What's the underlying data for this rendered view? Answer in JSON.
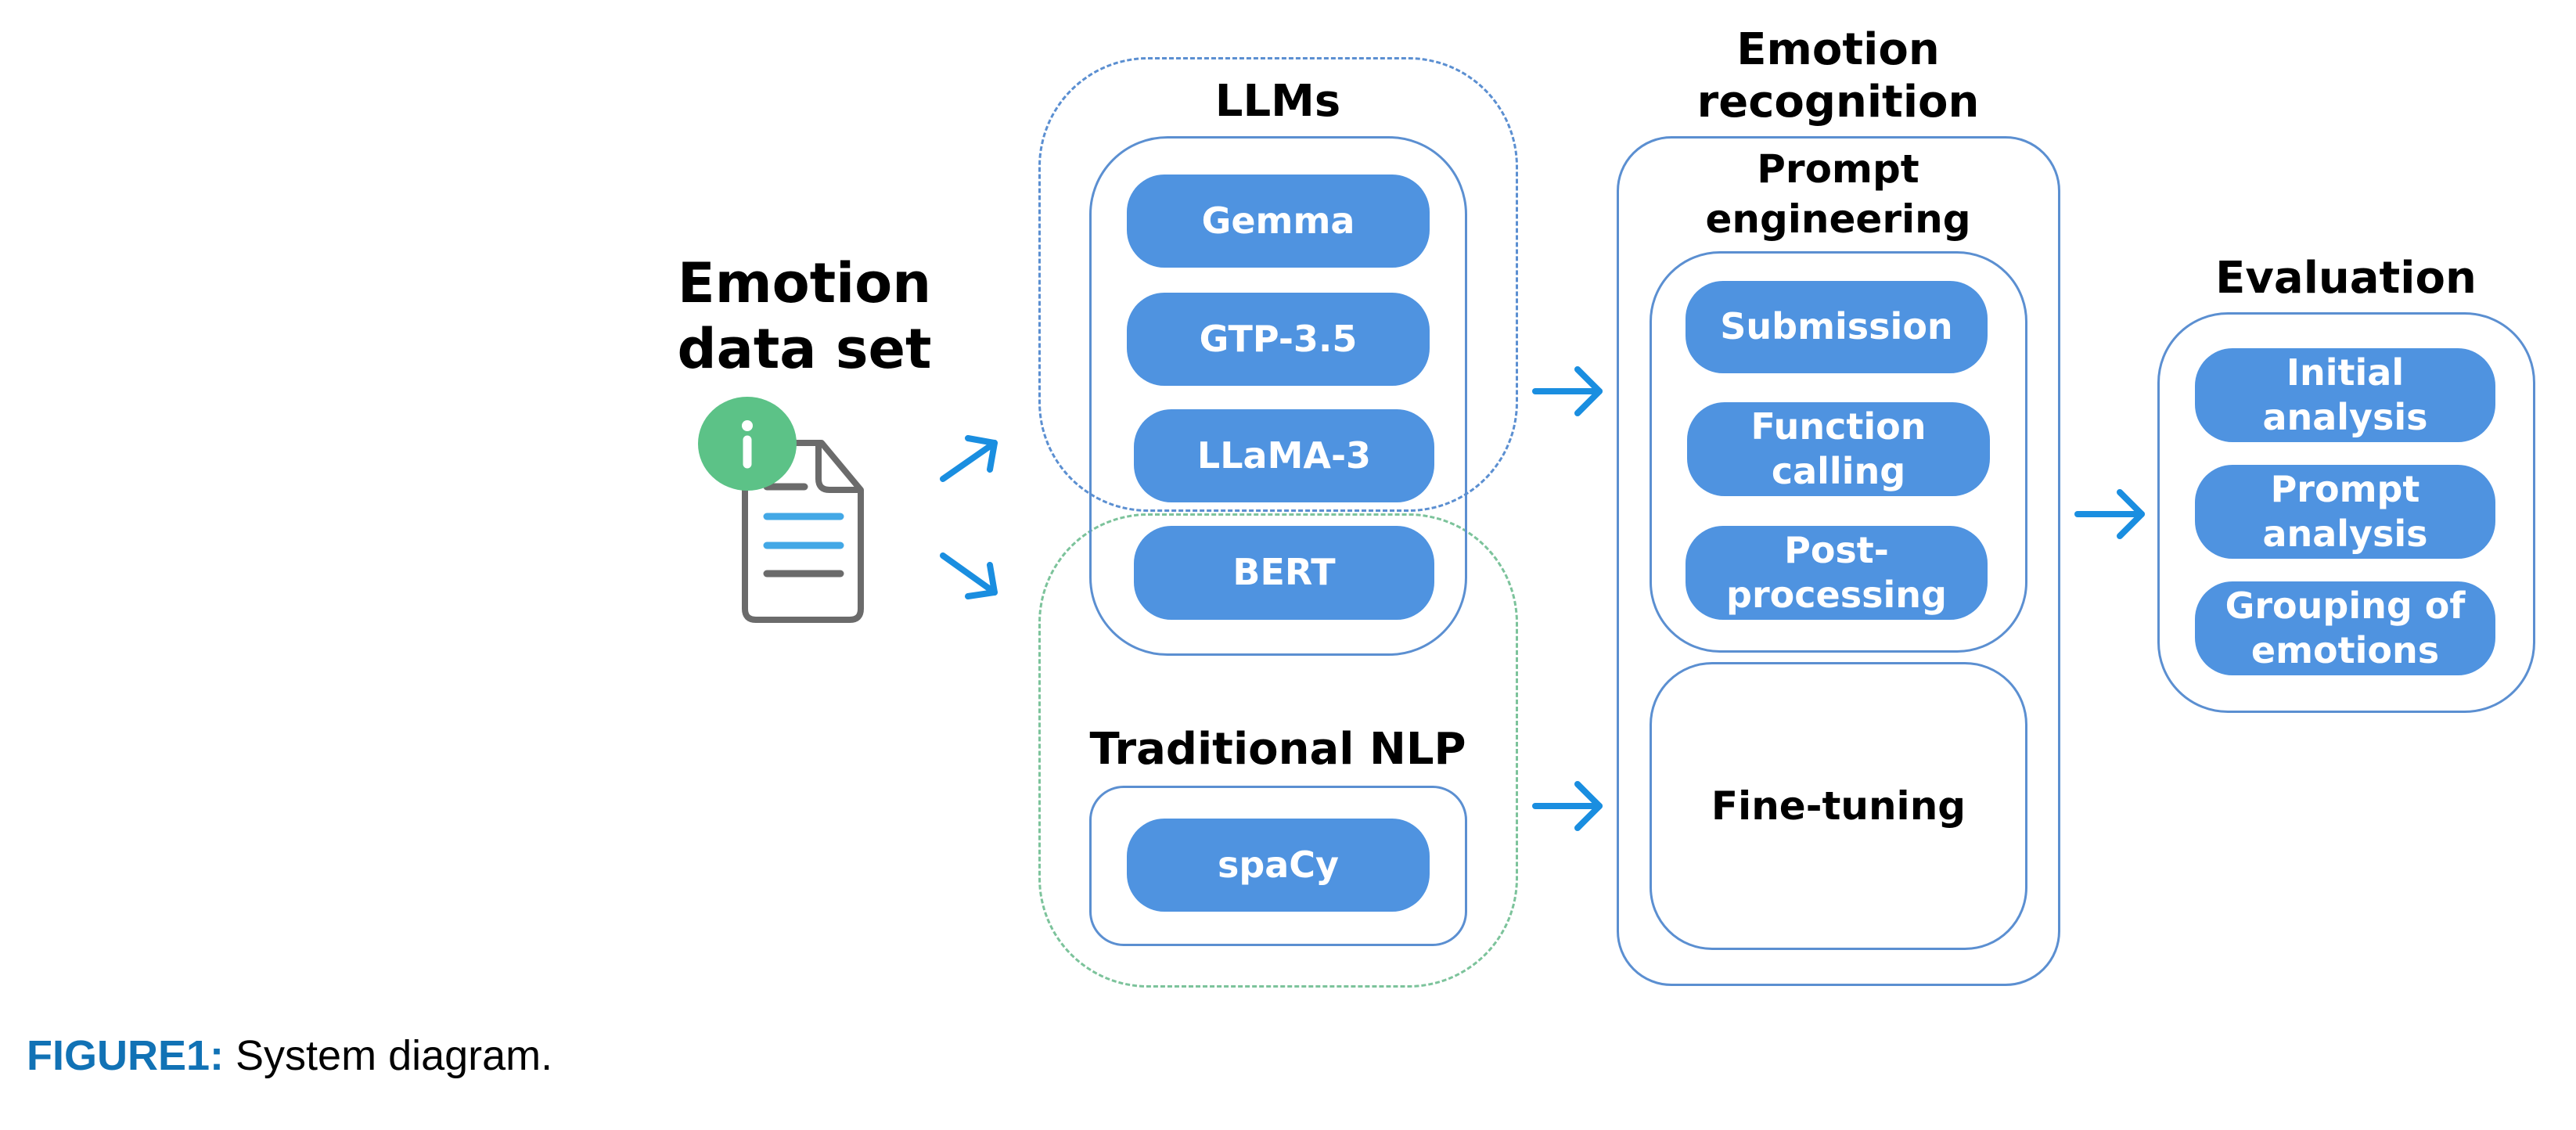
{
  "input": {
    "title_line1": "Emotion",
    "title_line2": "data set",
    "badge_glyph": "i",
    "icon": "document-info-icon"
  },
  "llms": {
    "title": "LLMs",
    "models": [
      "Gemma",
      "GTP-3.5",
      "LLaMA-3",
      "BERT"
    ]
  },
  "traditional_nlp": {
    "title": "Traditional NLP",
    "models": [
      "spaCy"
    ]
  },
  "emotion_recognition": {
    "title_line1": "Emotion",
    "title_line2": "recognition",
    "prompt_engineering": {
      "title_line1": "Prompt",
      "title_line2": "engineering",
      "steps": [
        {
          "line1": "Submission",
          "line2": ""
        },
        {
          "line1": "Function",
          "line2": "calling"
        },
        {
          "line1": "Post-",
          "line2": "processing"
        }
      ]
    },
    "fine_tuning": "Fine-tuning"
  },
  "evaluation": {
    "title": "Evaluation",
    "steps": [
      {
        "line1": "Initial",
        "line2": "analysis"
      },
      {
        "line1": "Prompt",
        "line2": "analysis"
      },
      {
        "line1": "Grouping of",
        "line2": "emotions"
      }
    ]
  },
  "caption": {
    "label": "FIGURE1:",
    "text": " System diagram."
  },
  "colors": {
    "pill_fill": "#4f93e0",
    "frame_stroke": "#5b8fd1",
    "llm_dash": "#5b8fd1",
    "nlp_dash": "#7cc39b",
    "arrow": "#1a8ee0",
    "badge": "#5cc287",
    "caption_label": "#1172b5"
  }
}
